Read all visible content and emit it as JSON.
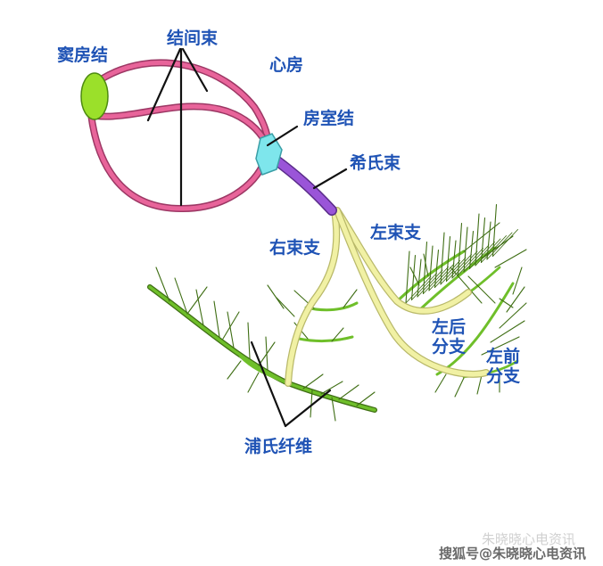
{
  "labels": {
    "sinoatrial_node": "窦房结",
    "internodal_tracts": "结间束",
    "atrium": "心房",
    "av_node": "房室结",
    "his_bundle": "希氏束",
    "right_bundle_branch": "右束支",
    "left_bundle_branch": "左束支",
    "left_posterior_fascicle": [
      "左后",
      "分支"
    ],
    "left_anterior_fascicle": [
      "左前",
      "分支"
    ],
    "purkinje_fibers": "浦氏纤维"
  },
  "watermarks": {
    "faded": "朱晓晓心电资讯",
    "main": "搜狐号@朱晓晓心电资讯"
  },
  "colors": {
    "atrial_path": "#e8649a",
    "sa_node": "#9be02a",
    "av_node": "#7ee6ec",
    "his_bundle": "#9a55d8",
    "bundle_branch": "#f1f1a4",
    "purkinje": "#6fbf2a",
    "label_text": "#1f53b5",
    "pointer_lines": "#111111"
  }
}
